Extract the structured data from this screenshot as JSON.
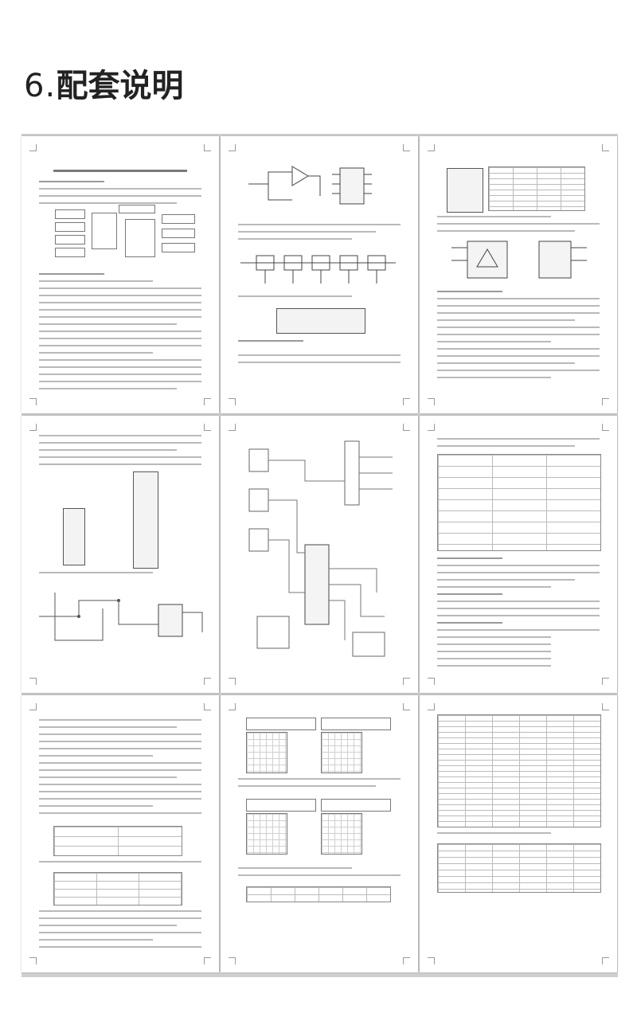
{
  "heading": {
    "number": "6",
    "text": "配套说明"
  },
  "colors": {
    "panel_background": "#cfcfcf",
    "page_background": "#ffffff",
    "text": "#222222"
  },
  "pages": [
    {
      "id": 1,
      "kind": "intro-text-block-diagram"
    },
    {
      "id": 2,
      "kind": "circuit-figures"
    },
    {
      "id": 3,
      "kind": "chip-pinouts-and-text"
    },
    {
      "id": 4,
      "kind": "pinout-and-schematic"
    },
    {
      "id": 5,
      "kind": "full-schematic"
    },
    {
      "id": 6,
      "kind": "parts-table-and-text"
    },
    {
      "id": 7,
      "kind": "questions-text"
    },
    {
      "id": 8,
      "kind": "oscilloscope-grids"
    },
    {
      "id": 9,
      "kind": "component-tables"
    }
  ]
}
